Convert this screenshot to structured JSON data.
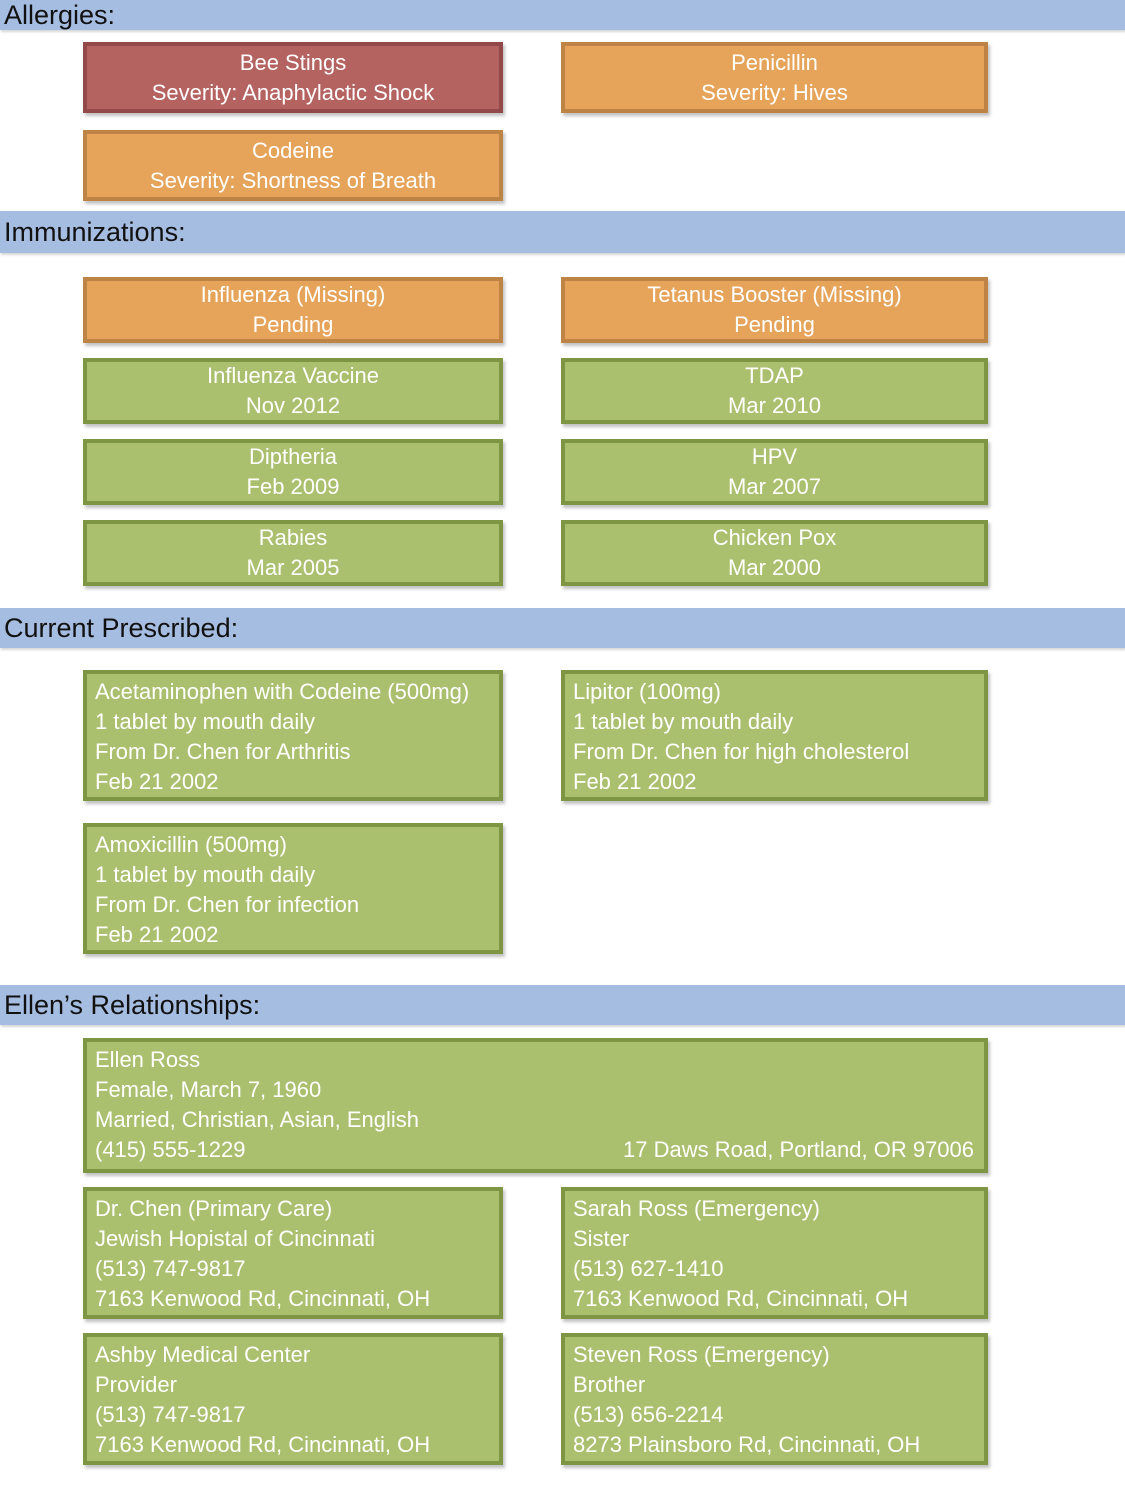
{
  "colors": {
    "band_bg": "#a6bde2",
    "band_text": "#111111",
    "card_text": "#ffffff",
    "red_fill": "#b56361",
    "red_border": "#93494a",
    "orange_fill": "#e6a45b",
    "orange_border": "#bd8446",
    "green_fill": "#abc06f",
    "green_border": "#7e9643"
  },
  "sections": [
    {
      "id": "allergies",
      "title": "Allergies:",
      "cards": [
        {
          "type": "centered",
          "variant": "red",
          "lines": [
            "Bee Stings",
            "Severity: Anaphylactic Shock"
          ]
        },
        {
          "type": "centered",
          "variant": "orange",
          "lines": [
            "Penicillin",
            "Severity: Hives"
          ]
        },
        {
          "type": "centered",
          "variant": "orange",
          "lines": [
            "Codeine",
            "Severity: Shortness of Breath"
          ]
        }
      ]
    },
    {
      "id": "immunizations",
      "title": "Immunizations:",
      "cards": [
        {
          "type": "centered",
          "variant": "orange",
          "lines": [
            "Influenza (Missing)",
            "Pending"
          ]
        },
        {
          "type": "centered",
          "variant": "orange",
          "lines": [
            "Tetanus Booster (Missing)",
            "Pending"
          ]
        },
        {
          "type": "centered",
          "variant": "green",
          "lines": [
            "Influenza Vaccine",
            "Nov 2012"
          ]
        },
        {
          "type": "centered",
          "variant": "green",
          "lines": [
            "TDAP",
            "Mar 2010"
          ]
        },
        {
          "type": "centered",
          "variant": "green",
          "lines": [
            "Diptheria",
            "Feb 2009"
          ]
        },
        {
          "type": "centered",
          "variant": "green",
          "lines": [
            "HPV",
            "Mar 2007"
          ]
        },
        {
          "type": "centered",
          "variant": "green",
          "lines": [
            "Rabies",
            "Mar 2005"
          ]
        },
        {
          "type": "centered",
          "variant": "green",
          "lines": [
            "Chicken Pox",
            "Mar 2000"
          ]
        }
      ]
    },
    {
      "id": "prescriptions",
      "title": "Current Prescribed:",
      "cards": [
        {
          "type": "left",
          "variant": "green",
          "lines": [
            "Acetaminophen with Codeine (500mg)",
            "1 tablet by mouth daily",
            "From Dr. Chen for Arthritis",
            "Feb 21 2002"
          ]
        },
        {
          "type": "left",
          "variant": "green",
          "lines": [
            "Lipitor (100mg)",
            "1 tablet by mouth daily",
            "From Dr. Chen for high cholesterol",
            "Feb 21 2002"
          ]
        },
        {
          "type": "left",
          "variant": "green",
          "lines": [
            "Amoxicillin (500mg)",
            "1 tablet by mouth daily",
            "From Dr. Chen for infection",
            "Feb 21 2002"
          ]
        }
      ]
    },
    {
      "id": "relationships",
      "title": "Ellen’s Relationships:",
      "cards": [
        {
          "type": "left",
          "variant": "green",
          "span": "full",
          "lines": [
            "Ellen Ross",
            "Female, March 7, 1960",
            "Married, Christian, Asian, English"
          ],
          "split_line": {
            "left": "(415) 555-1229",
            "right": "17 Daws Road, Portland, OR 97006"
          }
        },
        {
          "type": "left",
          "variant": "green",
          "lines": [
            "Dr. Chen (Primary Care)",
            "Jewish Hopistal of Cincinnati",
            "(513) 747-9817",
            "7163 Kenwood Rd, Cincinnati, OH"
          ]
        },
        {
          "type": "left",
          "variant": "green",
          "lines": [
            "Sarah Ross (Emergency)",
            "Sister",
            "(513) 627-1410",
            "7163 Kenwood Rd, Cincinnati, OH"
          ]
        },
        {
          "type": "left",
          "variant": "green",
          "lines": [
            "Ashby Medical Center",
            "Provider",
            "(513) 747-9817",
            "7163 Kenwood Rd, Cincinnati, OH"
          ]
        },
        {
          "type": "left",
          "variant": "green",
          "lines": [
            "Steven Ross (Emergency)",
            "Brother",
            "(513) 656-2214",
            "8273 Plainsboro Rd, Cincinnati, OH"
          ]
        }
      ]
    }
  ]
}
